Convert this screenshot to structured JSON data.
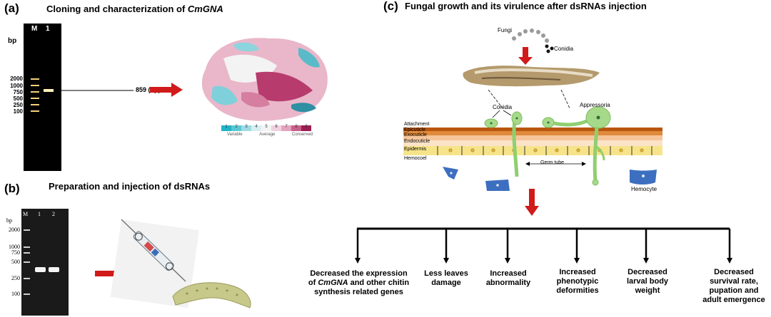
{
  "panel_a": {
    "label": "(a)",
    "title_prefix": "Cloning and characterization of ",
    "title_gene": "CmGNA",
    "gel": {
      "lane_m": "M",
      "lane_1": "1",
      "bp_unit": "bp",
      "ladder": [
        "2000",
        "1000",
        "750",
        "500",
        "250",
        "100"
      ],
      "band_label": "859 (bp)"
    },
    "scale": {
      "ticks": [
        "1",
        "2",
        "3",
        "4",
        "5",
        "6",
        "7",
        "8",
        "9"
      ],
      "words": [
        "Variable",
        "Average",
        "Conserved"
      ]
    }
  },
  "panel_b": {
    "label": "(b)",
    "title": "Preparation and injection of dsRNAs",
    "gel": {
      "lane_m": "M",
      "lane_1": "1",
      "lane_2": "2",
      "bp_unit": "bp",
      "ladder": [
        "2000",
        "1000",
        "750",
        "500",
        "250",
        "100"
      ]
    }
  },
  "panel_c": {
    "label": "(c)",
    "title": "Fungal growth and its virulence after dsRNAs injection",
    "fungi": "Fungi",
    "conidia_top": "Conidia",
    "conidia": "Conidia",
    "appressoria": "Appressoria",
    "layers": [
      "Attachment",
      "Epicuticle",
      "Exocuticle",
      "Endocuticle",
      "Epidermis",
      "Hemocoel"
    ],
    "germ_tube": "Germ tube",
    "hemocyte": "Hemocyte",
    "outcomes": [
      {
        "parts": [
          "Decreased the expression",
          "of ",
          "CmGNA",
          " and other chitin",
          "synthesis related genes"
        ]
      },
      {
        "lines": [
          "Less leaves",
          "damage"
        ]
      },
      {
        "lines": [
          "Increased",
          "abnormality"
        ]
      },
      {
        "lines": [
          "Increased",
          "phenotypic",
          "deformities"
        ]
      },
      {
        "lines": [
          "Decreased",
          "larval body",
          "weight"
        ]
      },
      {
        "lines": [
          "Decreased",
          "survival rate,",
          "pupation and",
          "adult emergence"
        ]
      }
    ]
  },
  "colors": {
    "arrow_red": "#d11a1a",
    "hemocyte_blue": "#3d6fc0",
    "fungus_green": "#9fd37f",
    "epidermis_yellow": "#f7e48a",
    "cuticle_orange": "#e08a3c"
  }
}
